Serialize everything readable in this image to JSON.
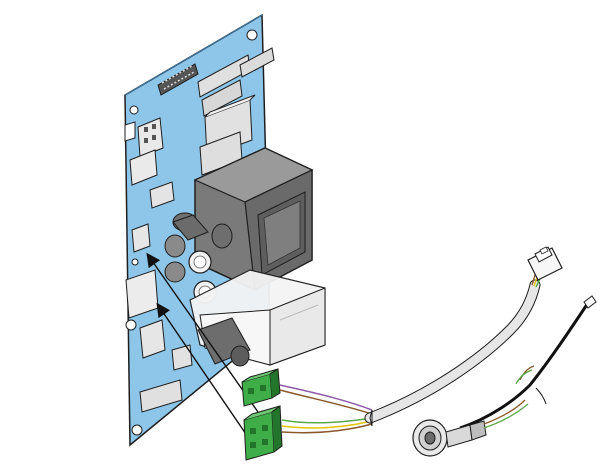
{
  "colors": {
    "background": "#ffffff",
    "pcb": "#8ec6ea",
    "pcb_edge": "#3f7fae",
    "outline": "#1e1e1e",
    "transformer_dark": "#6f6f6f",
    "transformer_mid": "#8a8a8a",
    "transformer_light": "#b9b9b9",
    "enclosure": "#f1f1f1",
    "terminal_green": "#3fae49",
    "terminal_green_dark": "#23752c",
    "cable_gray": "#e6e6e6",
    "cable_black": "#111111",
    "wire_yellow": "#e4c400",
    "wire_green": "#5aa84a",
    "wire_brown": "#8a5a2b",
    "wire_purple": "#8e5aa8",
    "relay": "#e0e0e0",
    "arrow": "#111111"
  },
  "icons": [
    "pcb-board",
    "transformer",
    "terminal-block",
    "cable-harness",
    "bulkhead-connector",
    "arrow"
  ]
}
